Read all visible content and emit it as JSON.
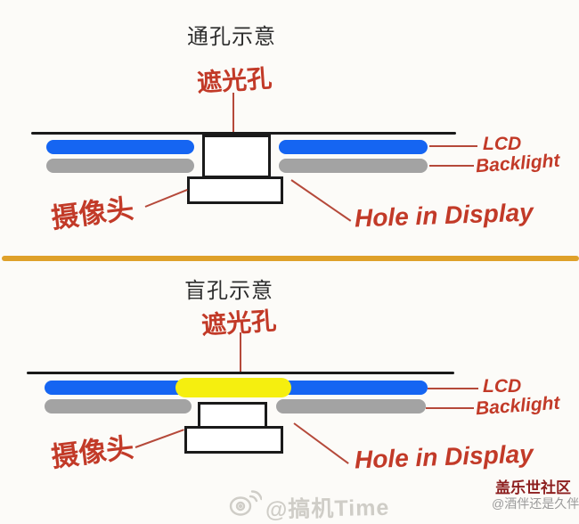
{
  "sections": {
    "through": {
      "title": "通孔示意",
      "shade_hole_label": "遮光孔",
      "camera_label": "摄像头",
      "hole_label": "Hole in Display",
      "lcd_label": "LCD",
      "backlight_label": "Backlight"
    },
    "blind": {
      "title": "盲孔示意",
      "shade_hole_label": "遮光孔",
      "camera_label": "摄像头",
      "hole_label": "Hole in Display",
      "lcd_label": "LCD",
      "backlight_label": "Backlight"
    }
  },
  "footer": {
    "watermark_handle": "@搞机Time",
    "community_logo_text": "盖乐世社区",
    "community_handle": "@酒伴还是久伴"
  },
  "icons": {
    "weibo": "weibo-eye-icon"
  },
  "colors": {
    "lcd_blue": "#1565f2",
    "backlight_gray": "#a3a3a3",
    "blind_window_yellow": "#f5ef0f",
    "annotation_red": "#c23a28",
    "divider_gold": "#dfa12a",
    "glass_black": "#1a1a1a"
  }
}
